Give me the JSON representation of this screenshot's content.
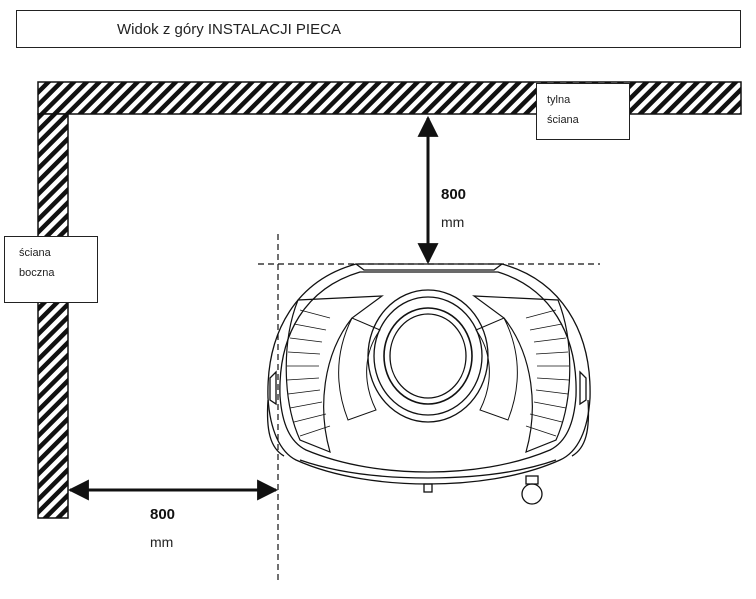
{
  "title": "Widok z góry INSTALACJI PIECA",
  "labels": {
    "back_wall_line1": "tylna",
    "back_wall_line2": "ściana",
    "side_wall_line1": "ściana",
    "side_wall_line2": "boczna"
  },
  "dimensions": {
    "back_distance_value": "800",
    "back_distance_unit": "mm",
    "side_distance_value": "800",
    "side_distance_unit": "mm"
  }
}
